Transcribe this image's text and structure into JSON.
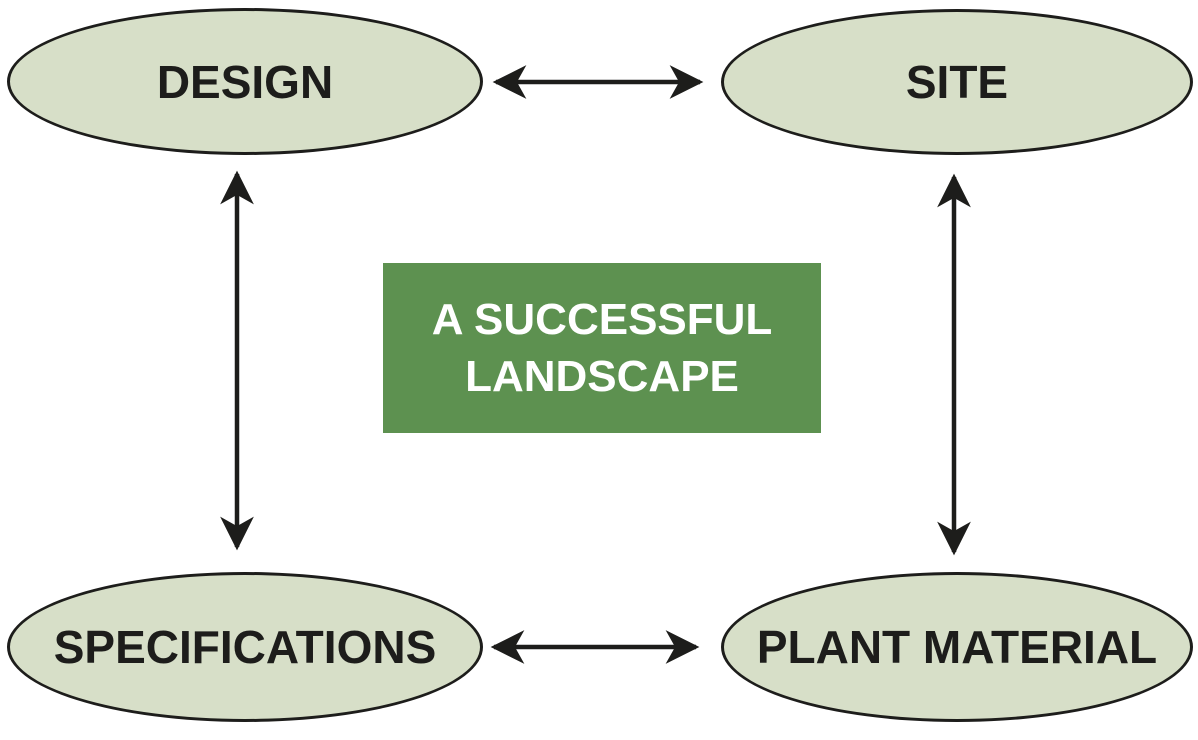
{
  "diagram": {
    "type": "relationship-diagram",
    "center": {
      "label": "A SUCCESSFUL LANDSCAPE"
    },
    "nodes": [
      {
        "id": "design",
        "label": "DESIGN"
      },
      {
        "id": "site",
        "label": "SITE"
      },
      {
        "id": "specifications",
        "label": "SPECIFICATIONS"
      },
      {
        "id": "plant-material",
        "label": "PLANT MATERIAL"
      }
    ],
    "connections": [
      {
        "from": "design",
        "to": "site",
        "bidirectional": true
      },
      {
        "from": "design",
        "to": "specifications",
        "bidirectional": true
      },
      {
        "from": "site",
        "to": "plant-material",
        "bidirectional": true
      },
      {
        "from": "specifications",
        "to": "plant-material",
        "bidirectional": true
      }
    ],
    "colors": {
      "line": "#1d1d1b",
      "node-fill": "#d7dfc8",
      "node-text": "#1d1d1b",
      "accent": "#5d9150",
      "center-text": "#ffffff"
    }
  }
}
